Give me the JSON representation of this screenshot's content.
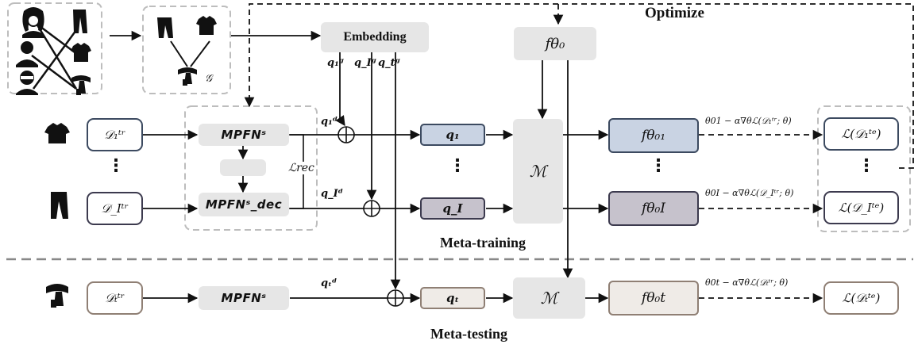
{
  "labels": {
    "optimize": "Optimize",
    "embedding": "Embedding",
    "meta_training": "Meta-training",
    "meta_testing": "Meta-testing",
    "graph_symbol": "𝒢",
    "f_theta0": "fθ₀",
    "mpfn_s": "MPFNˢ",
    "mpfn_dec": "MPFNˢ_dec",
    "l_rec": "ℒrec",
    "M": "ℳ",
    "vdots": "⋮"
  },
  "embed_outputs": [
    "q₁ᵍ",
    "q_Iᵍ",
    "q_tᵍ"
  ],
  "tasks": {
    "first": {
      "dataset": "𝒟₁ᵗʳ",
      "q_d": "q₁ᵈ",
      "q": "q₁",
      "f": "fθ₀₁",
      "update": "θ01 − α∇θℒ(𝒟₁ᵗʳ; θ)",
      "loss": "ℒ(𝒟₁ᵗᵉ)",
      "icon": "tshirt-icon"
    },
    "last": {
      "dataset": "𝒟_Iᵗʳ",
      "q_d": "q_Iᵈ",
      "q": "q_I",
      "f": "fθ₀I",
      "update": "θ0I − α∇θℒ(𝒟_Iᵗʳ; θ)",
      "loss": "ℒ(𝒟_Iᵗᵉ)",
      "icon": "pants-icon"
    },
    "test": {
      "dataset": "𝒟ₜᵗʳ",
      "q_d": "qₜᵈ",
      "q": "qₜ",
      "f": "fθ₀t",
      "update": "θ0t − α∇θℒ(𝒟ₜᵗʳ; θ)",
      "loss": "ℒ(𝒟ₜᵗᵉ)",
      "icon": "scarf-icon"
    }
  },
  "colors": {
    "q1_fill": "#c9d3e3",
    "q1_border": "#3c4a60",
    "qI_fill": "#c6c2cc",
    "qI_border": "#3c3a4e",
    "qt_fill": "#efebe7",
    "qt_border": "#8f7f74",
    "gray_fill": "#e6e6e6"
  }
}
